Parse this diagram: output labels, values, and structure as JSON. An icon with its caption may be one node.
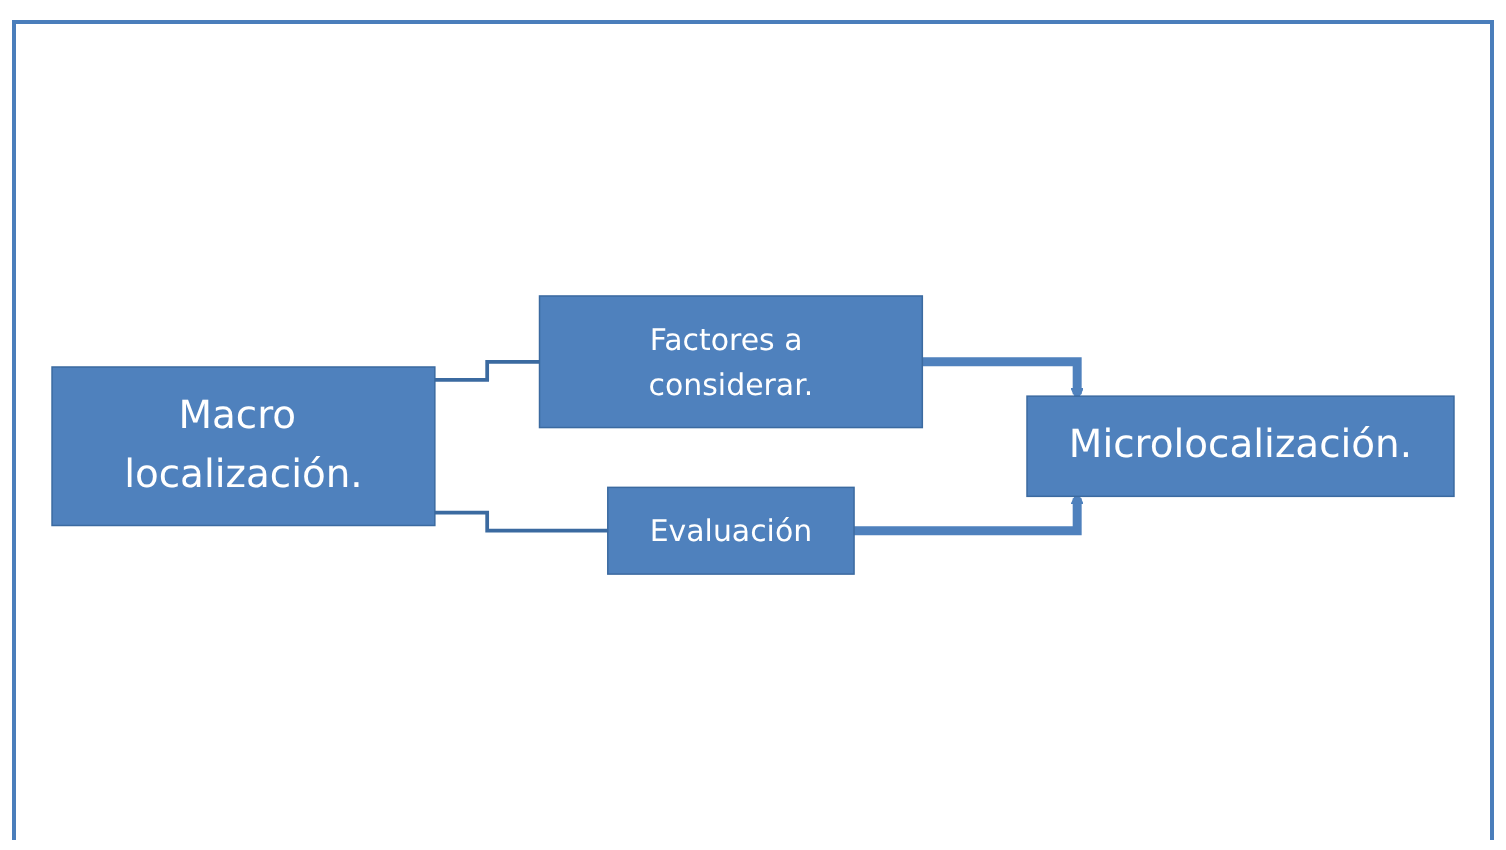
{
  "diagram": {
    "nodes": [
      {
        "text": [
          "Macro localización."
        ]
      },
      {
        "text": [
          "Factores a considerar."
        ]
      },
      {
        "text": [
          "Evaluación"
        ]
      },
      {
        "text": [
          "Microlocalización."
        ]
      }
    ],
    "edges": [
      {
        "from": 0,
        "to": 1,
        "arrow": "none"
      },
      {
        "from": 0,
        "to": 2,
        "arrow": "none"
      },
      {
        "from": 1,
        "to": 3,
        "arrow": "to",
        "style": "thick",
        "color": "#4f81bd"
      },
      {
        "from": 2,
        "to": 3,
        "arrow": "to",
        "style": "thick",
        "color": "#4f81bd"
      }
    ]
  }
}
